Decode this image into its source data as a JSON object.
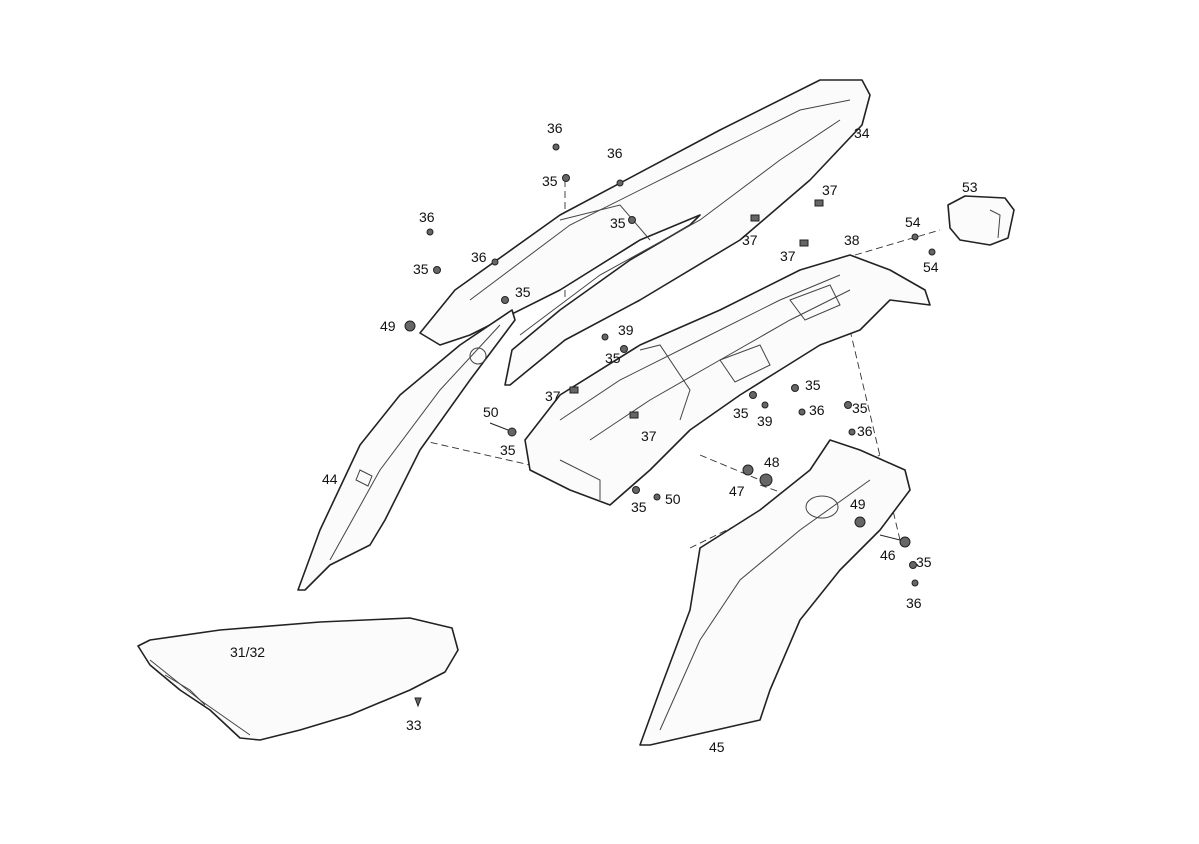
{
  "diagram": {
    "labels": {
      "l31_32": "31/32",
      "l33": "33",
      "l34": "34",
      "l35_a": "35",
      "l35_b": "35",
      "l35_c": "35",
      "l35_d": "35",
      "l35_e": "35",
      "l35_f": "35",
      "l35_g": "35",
      "l35_h": "35",
      "l35_i": "35",
      "l35_j": "35",
      "l35_k": "35",
      "l36_a": "36",
      "l36_b": "36",
      "l36_c": "36",
      "l36_d": "36",
      "l36_e": "36",
      "l36_f": "36",
      "l36_g": "36",
      "l37_a": "37",
      "l37_b": "37",
      "l37_c": "37",
      "l37_d": "37",
      "l37_e": "37",
      "l38": "38",
      "l39_a": "39",
      "l39_b": "39",
      "l44": "44",
      "l45": "45",
      "l46": "46",
      "l47": "47",
      "l48": "48",
      "l49_a": "49",
      "l49_b": "49",
      "l50_a": "50",
      "l50_b": "50",
      "l53": "53",
      "l54_a": "54",
      "l54_b": "54"
    }
  }
}
